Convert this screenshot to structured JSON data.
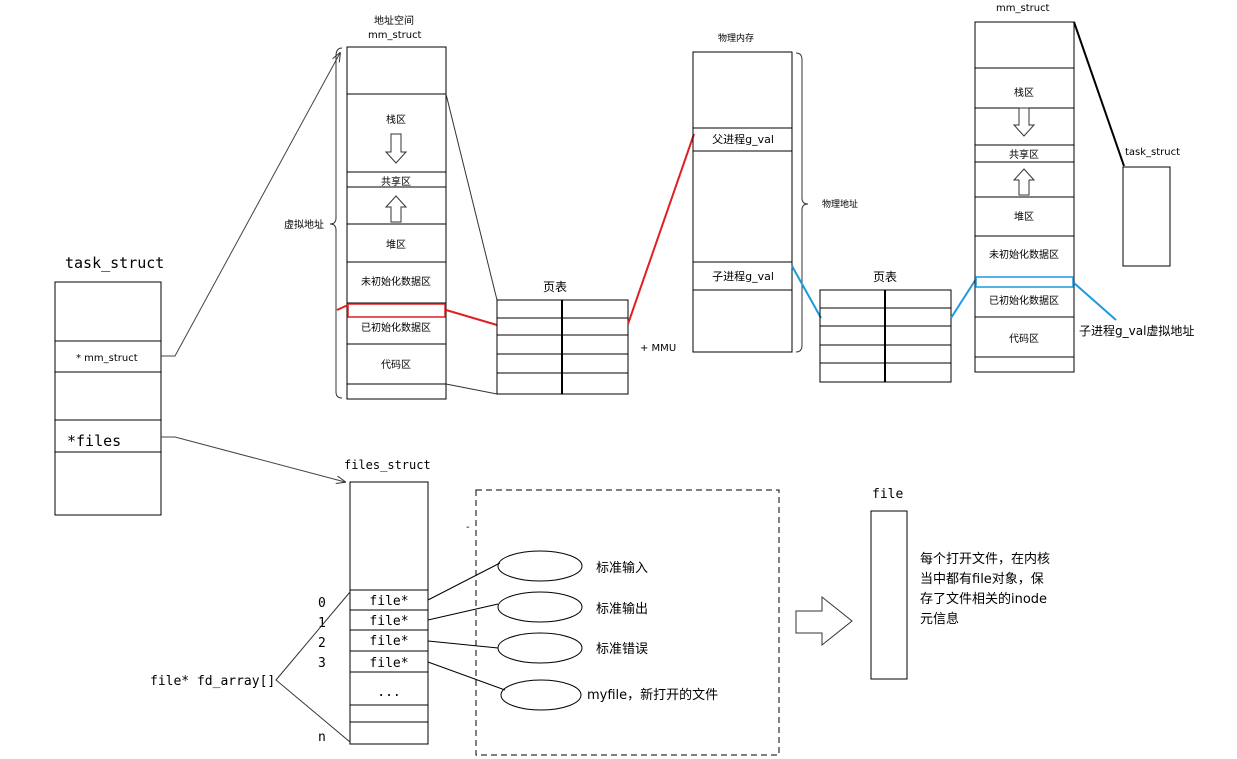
{
  "task_struct": {
    "title": "task_struct",
    "mm_field": "* mm_struct",
    "files_field": "*files"
  },
  "address_space": {
    "title_line1": "地址空间",
    "title_line2": "mm_struct",
    "virtual_label": "虚拟地址",
    "regions": [
      "栈区",
      "共享区",
      "堆区",
      "未初始化数据区",
      "已初始化数据区",
      "代码区"
    ]
  },
  "page_table_left": {
    "title": "页表",
    "mmu": "+ MMU"
  },
  "physical_memory": {
    "title": "物理内存",
    "parent_val": "父进程g_val",
    "child_val": "子进程g_val",
    "physical_label": "物理地址"
  },
  "page_table_right": {
    "title": "页表"
  },
  "child_mm": {
    "title": "mm_struct",
    "regions": [
      "栈区",
      "共享区",
      "堆区",
      "未初始化数据区",
      "已初始化数据区",
      "代码区"
    ],
    "child_virtual_label": "子进程g_val虚拟地址"
  },
  "child_task": {
    "title": "task_struct"
  },
  "files_struct": {
    "title": "files_struct",
    "entries": [
      "file*",
      "file*",
      "file*",
      "file*",
      "..."
    ],
    "indices": [
      "0",
      "1",
      "2",
      "3",
      "n"
    ],
    "fd_array_label": "file* fd_array[]"
  },
  "open_files": [
    "标准输入",
    "标准输出",
    "标准错误",
    "myfile，新打开的文件"
  ],
  "file_object": {
    "title": "file",
    "desc_lines": [
      "每个打开文件，在内核",
      "当中都有file对象，保",
      "存了文件相关的inode",
      "元信息"
    ]
  },
  "colors": {
    "parent_link": "#e02020",
    "child_link": "#1a9ae0",
    "line": "#000000"
  }
}
